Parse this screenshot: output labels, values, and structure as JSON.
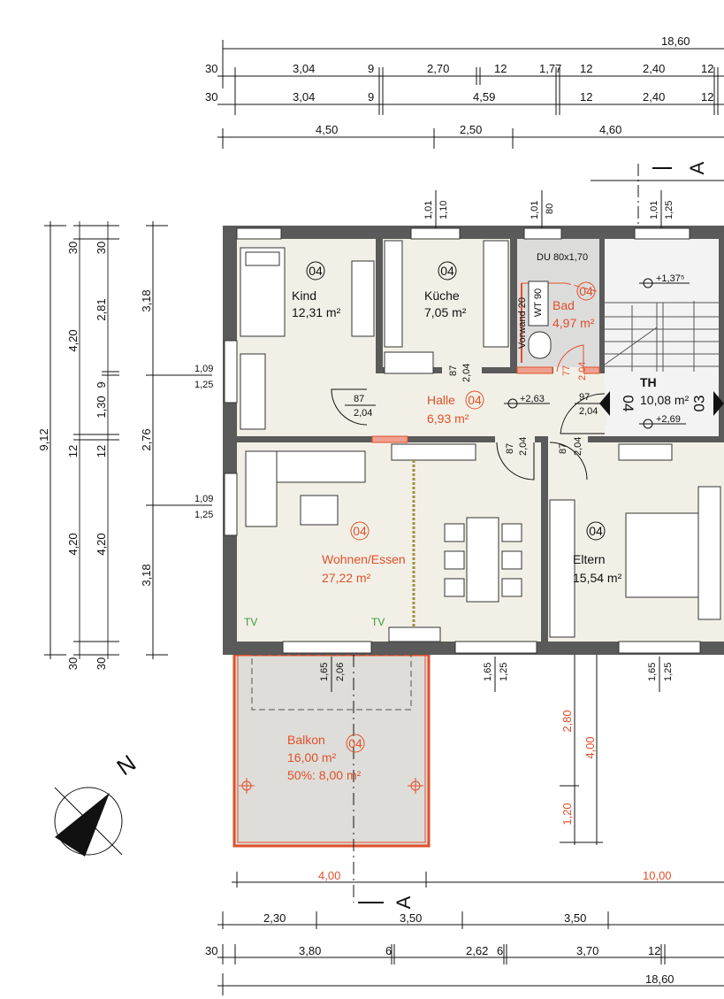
{
  "colors": {
    "wall": "#5a5a5a",
    "room_fill": "#f2f0e6",
    "bath_fill": "#dcdcdb",
    "stair_fill": "#f3f3f3",
    "balcony_fill": "#deddd9",
    "accent_red": "#e0502a",
    "tv_green": "#3a9a3a"
  },
  "room_tag": "04",
  "rooms": {
    "kind": {
      "name": "Kind",
      "area": "12,31 m²"
    },
    "kueche": {
      "name": "Küche",
      "area": "7,05 m²"
    },
    "bad": {
      "name": "Bad",
      "area": "4,97 m²"
    },
    "halle": {
      "name": "Halle",
      "area": "6,93 m²"
    },
    "th": {
      "name": "TH",
      "area": "10,08 m²"
    },
    "wohnen": {
      "name": "Wohnen/Essen",
      "area": "27,22 m²"
    },
    "eltern": {
      "name": "Eltern",
      "area": "15,54 m²"
    },
    "balkon": {
      "name": "Balkon",
      "area": "16,00 m²",
      "half": "50%: 8,00 m²"
    }
  },
  "levels": {
    "stair": "+1,37⁵",
    "halle": "+2,63",
    "th": "+2,69"
  },
  "fixtures": {
    "shower": "DU 80x1,70",
    "basin": "WT 90",
    "wall": "Vorwand 20",
    "tv": "TV",
    "stair_down": "04",
    "stair_up": "03"
  },
  "section_mark": "A",
  "north": "N",
  "dims_top": {
    "total": "18,60",
    "row1": [
      "30",
      "3,04",
      "9",
      "2,70",
      "12",
      "1,77",
      "12",
      "2,40",
      "12"
    ],
    "row2": [
      "30",
      "3,04",
      "9",
      "4,59",
      "12",
      "2,40",
      "12"
    ],
    "row3": [
      "4,50",
      "2,50",
      "4,60"
    ]
  },
  "dims_left": {
    "total": "9,12",
    "col1": [
      "30",
      "4,20",
      "12",
      "4,20",
      "30"
    ],
    "col2": [
      "30",
      "2,81",
      "9",
      "1,30",
      "12",
      "4,20",
      "30"
    ],
    "col3": [
      "3,18",
      "2,76",
      "3,18"
    ]
  },
  "dims_bottom": {
    "balcony": [
      "4,00",
      "10,00"
    ],
    "row1": [
      "2,30",
      "3,50",
      "3,50"
    ],
    "row2": [
      "30",
      "3,80",
      "6",
      "2,62",
      "6",
      "3,70",
      "12"
    ],
    "total": "18,60"
  },
  "dims_balcony_side": [
    "2,80",
    "4,00",
    "1,20"
  ],
  "windows": {
    "kueche": [
      "1,01",
      "1,10"
    ],
    "bad": [
      "1,01",
      "80"
    ],
    "th": [
      "1,01",
      "1,25"
    ],
    "left1": [
      "1,09",
      "1,25"
    ],
    "left2": [
      "1,09",
      "1,25"
    ],
    "wohnen_door": [
      "1,65",
      "2,06"
    ],
    "wohnen": [
      "1,65",
      "1,25"
    ],
    "eltern": [
      "1,65",
      "1,25"
    ]
  },
  "doors": {
    "kind": [
      "87",
      "2,04"
    ],
    "kueche": [
      "87",
      "2,04"
    ],
    "bad": [
      "77",
      "2,04"
    ],
    "th": [
      "97",
      "2,04"
    ],
    "wohnen": [
      "87",
      "2,04"
    ],
    "eltern": [
      "87",
      "2,04"
    ]
  }
}
